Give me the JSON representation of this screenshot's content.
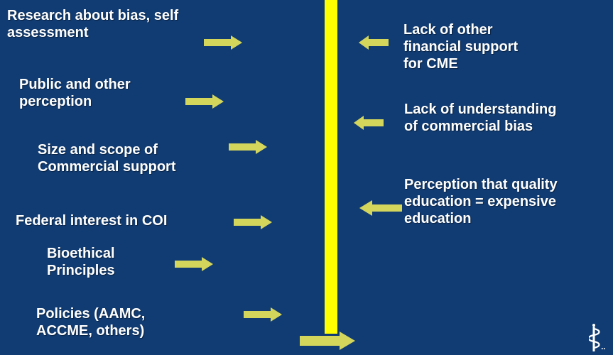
{
  "colors": {
    "background": "#113C73",
    "divider": "#FFFF00",
    "arrow": "#D4D65C",
    "text": "#FFFFFF"
  },
  "left_forces": [
    {
      "text": "Research about bias, self\nassessment"
    },
    {
      "text": "Public and other\nperception"
    },
    {
      "text": "Size and scope of\nCommercial support"
    },
    {
      "text": "Federal interest in COI"
    },
    {
      "text": "Bioethical\nPrinciples"
    },
    {
      "text": "Policies (AAMC,\nACCME, others)"
    }
  ],
  "right_forces": [
    {
      "text": "Lack of other\nfinancial support\nfor CME"
    },
    {
      "text": "Lack of understanding\nof commercial bias"
    },
    {
      "text": "Perception that quality\neducation = expensive\neducation"
    }
  ],
  "logo_icon": "caduceus-icon"
}
